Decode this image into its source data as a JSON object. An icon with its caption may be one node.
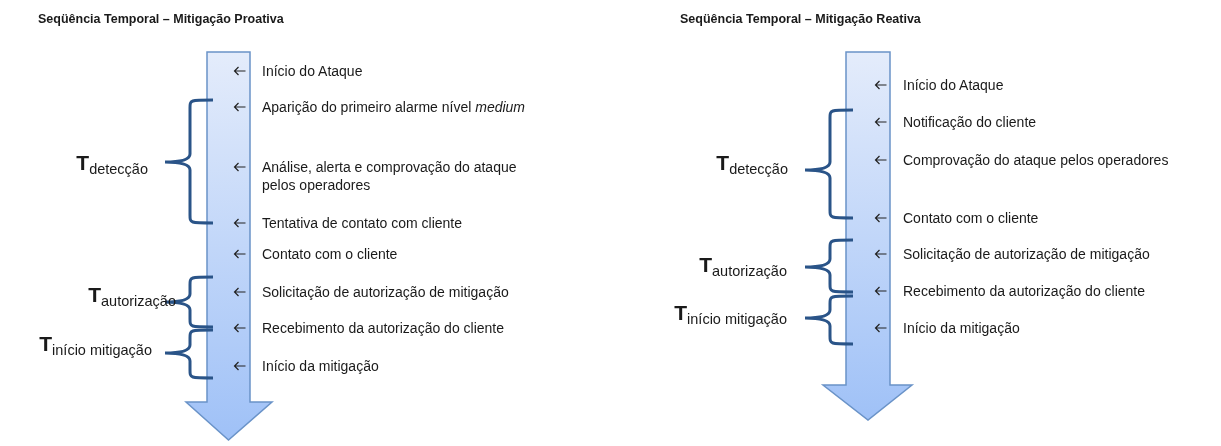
{
  "diagram": {
    "labels": [
      "Seqüência Temporal – Mitigação Proativa",
      "Início do Ataque",
      "Aparição do primeiro alarme nível *medium*",
      "Análise, alerta e comprovação do ataque pelos operadores",
      "Tentativa de contato com cliente",
      "Contato com o cliente",
      "Solicitação de autorização de mitigação",
      "Recebimento da autorização do cliente",
      "Início da mitigação",
      "**T**$_{detecção}$",
      "**T**$_{autorização}$",
      "**T**$_{início mitigação}$",
      "Seqüência Temporal – Mitigação Reativa",
      "Início do Ataque",
      "Notificação do cliente",
      "Comprovação do ataque pelos operadores",
      "Contato com o cliente",
      "Solicitação de autorização de mitigação",
      "Recebimento da autorização do cliente",
      "Início da mitigação",
      "**T**$_{detecção}$",
      "**T**$_{autorização}$",
      "**T**$_{início mitigação}$"
    ]
  }
}
